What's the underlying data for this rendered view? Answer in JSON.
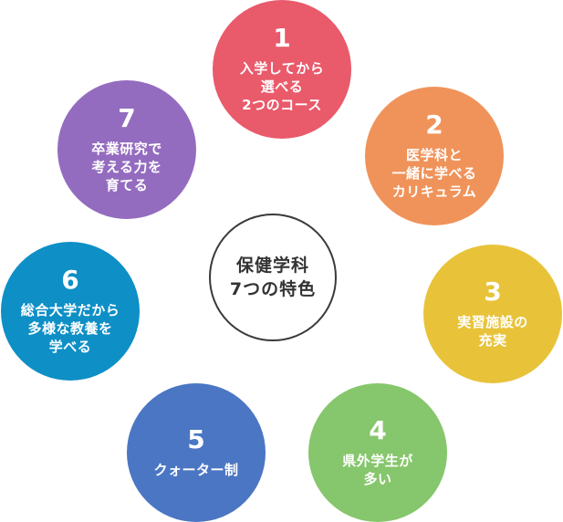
{
  "center": {
    "lines": [
      "保健学科",
      "7つの特色"
    ]
  },
  "features": [
    {
      "num": "1",
      "lines": [
        "入学してから",
        "選べる",
        "2つのコース"
      ],
      "color": "#e95a6b"
    },
    {
      "num": "2",
      "lines": [
        "医学科と",
        "一緒に学べる",
        "カリキュラム"
      ],
      "color": "#f0935a"
    },
    {
      "num": "3",
      "lines": [
        "実習施設の",
        "充実"
      ],
      "color": "#e8c33a"
    },
    {
      "num": "4",
      "lines": [
        "県外学生が",
        "多い"
      ],
      "color": "#86c66c"
    },
    {
      "num": "5",
      "lines": [
        "クォーター制"
      ],
      "color": "#4b76c3"
    },
    {
      "num": "6",
      "lines": [
        "総合大学だから",
        "多様な教養を",
        "学べる"
      ],
      "color": "#0e8fc6"
    },
    {
      "num": "7",
      "lines": [
        "卒業研究で",
        "考える力を",
        "育てる"
      ],
      "color": "#946cbf"
    }
  ]
}
